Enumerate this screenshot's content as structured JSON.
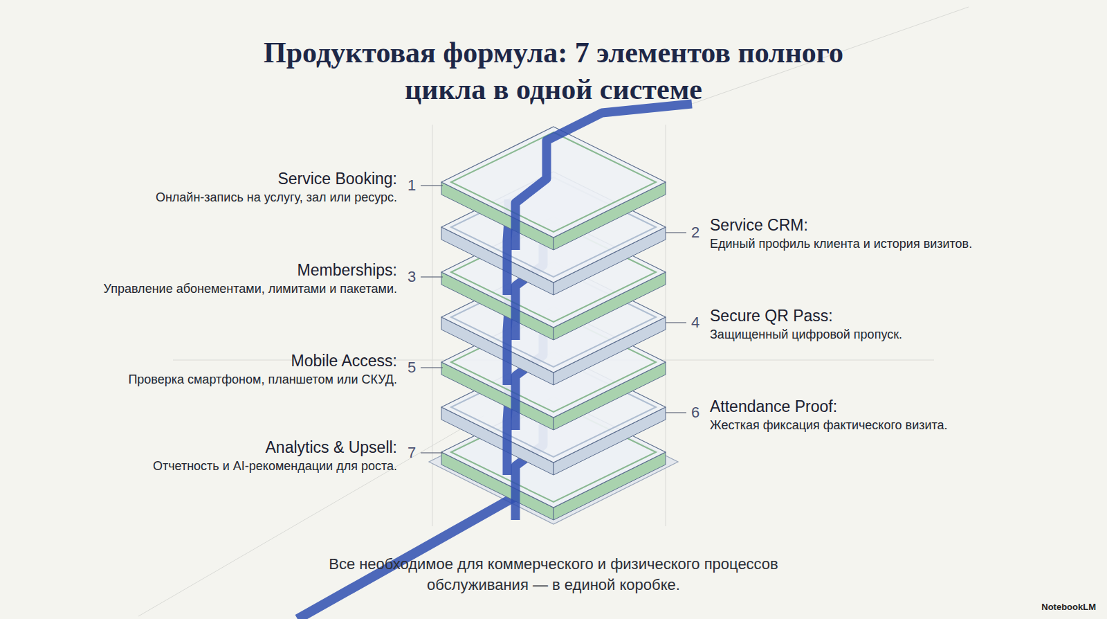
{
  "diagram": {
    "title": "Продуктовая формула: 7 элементов полного цикла в одной системе",
    "caption": "Все необходимое для коммерческого и физического процессов обслуживания — в единой коробке.",
    "nodes": [
      {
        "text": [
          "Service Booking:",
          "Онлайн-запись на услугу, зал или ресурс."
        ]
      },
      {
        "text": [
          "Service CRM:",
          "Единый профиль клиента и история визитов."
        ]
      },
      {
        "text": [
          "Memberships:",
          "Управление абонементами, лимитами и пакетами."
        ]
      },
      {
        "text": [
          "Secure QR Pass:",
          "Защищенный цифровой пропуск."
        ]
      },
      {
        "text": [
          "Mobile Access:",
          "Проверка смартфоном, планшетом или СКУД."
        ]
      },
      {
        "text": [
          "Attendance Proof:",
          "Жесткая фиксация фактического визита."
        ]
      },
      {
        "text": [
          "Analytics & Upsell:",
          "Отчетность и AI-рекомендации для роста."
        ]
      }
    ],
    "labels": [
      "1",
      "2",
      "3",
      "4",
      "5",
      "6",
      "7",
      "NotebookLM"
    ]
  }
}
